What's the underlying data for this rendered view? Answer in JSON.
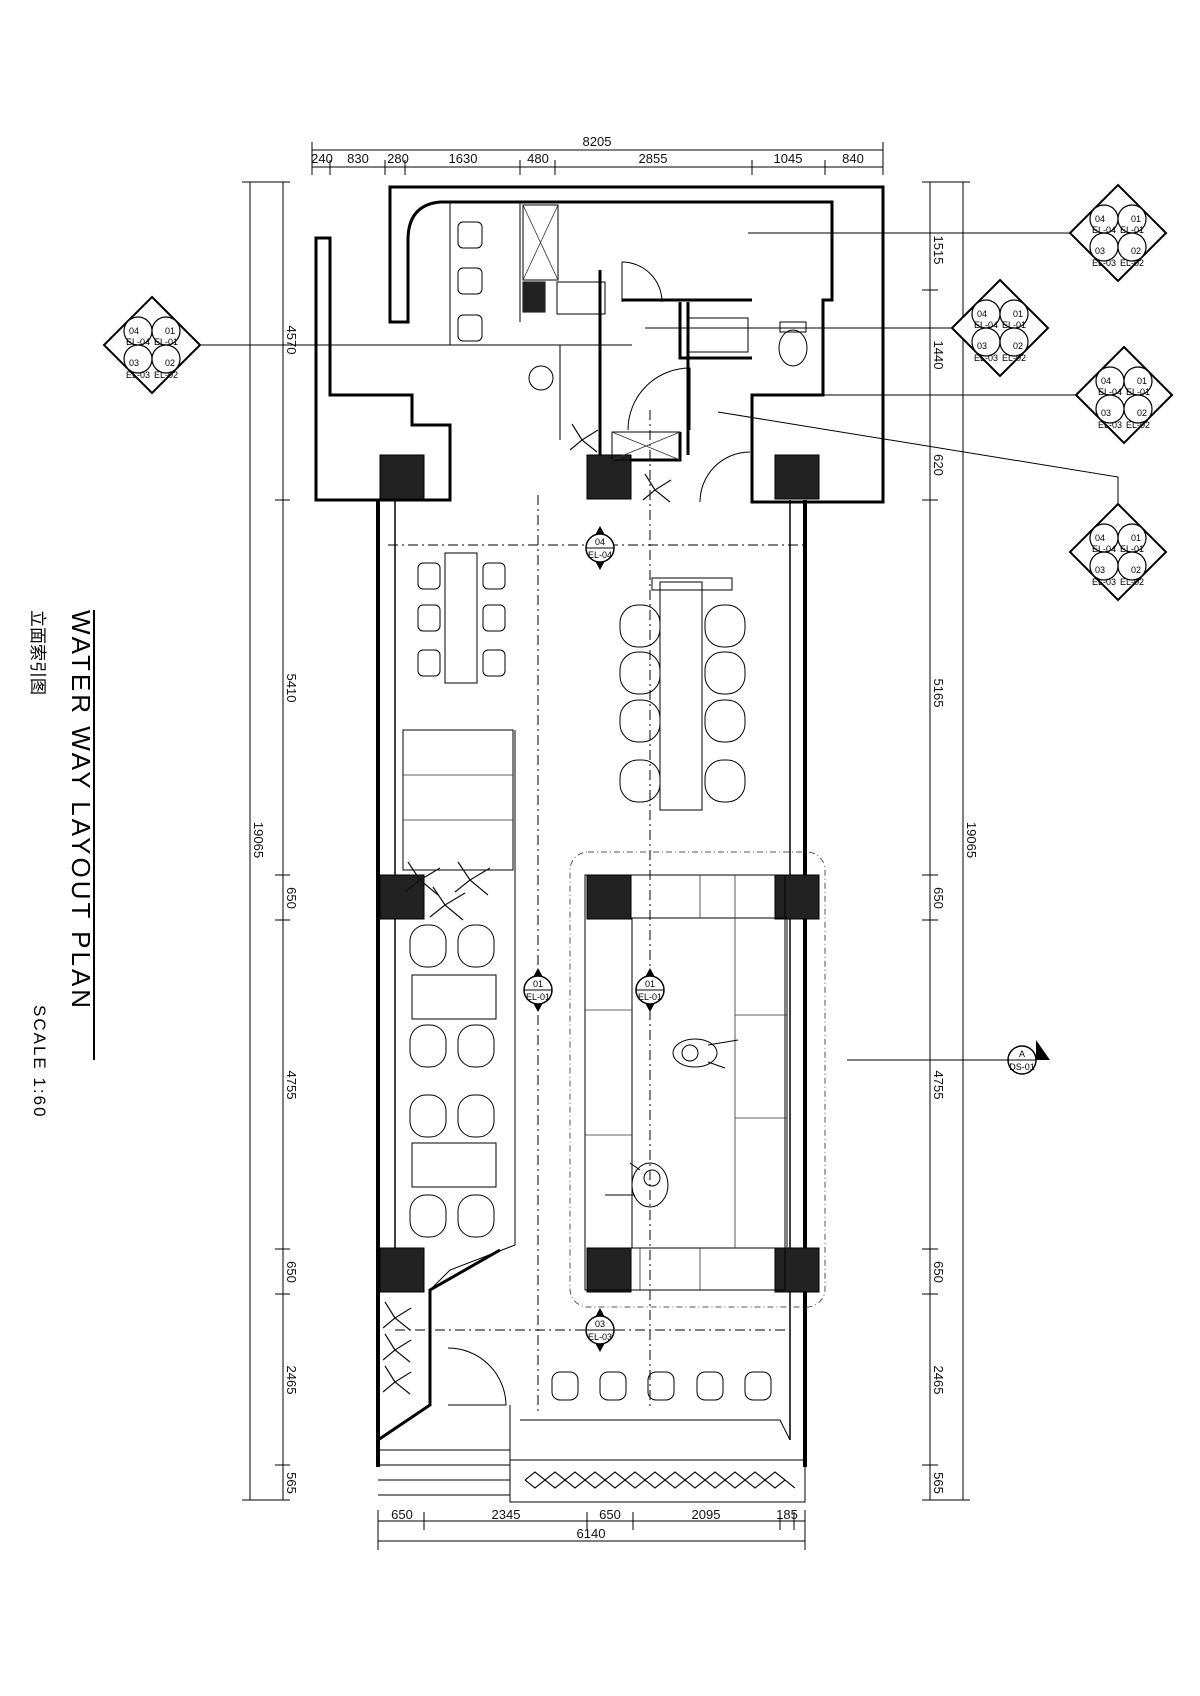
{
  "title": {
    "main": "WATER WAY LAYOUT PLAN",
    "scale": "SCALE 1:60",
    "index_label": "立面索引图"
  },
  "dimensions": {
    "top_total": "8205",
    "top": [
      "240",
      "830",
      "280",
      "1630",
      "480",
      "2855",
      "1045",
      "840"
    ],
    "bottom_total": "6140",
    "bottom": [
      "650",
      "2345",
      "650",
      "2095",
      "185"
    ],
    "left_total": "19065",
    "left": [
      "4570",
      "5410",
      "650",
      "4755",
      "650",
      "2465",
      "565"
    ],
    "right_total": "19065",
    "right": [
      "1515",
      "1440",
      "620",
      "5165",
      "650",
      "4755",
      "650",
      "2465",
      "565"
    ]
  },
  "index_markers": {
    "elevation_tags": [
      "EL-01",
      "EL-02",
      "EL-03",
      "EL-04"
    ],
    "corner_numbers": [
      "01",
      "02",
      "03",
      "04"
    ],
    "section_tags": [
      "EL-04",
      "EL-01",
      "EL-01",
      "EL-03"
    ],
    "section_numbers": [
      "04",
      "01",
      "01",
      "03"
    ],
    "detail": {
      "num": "A",
      "tag": "DS-01"
    }
  }
}
